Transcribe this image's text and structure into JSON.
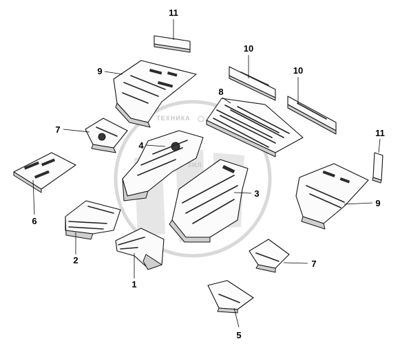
{
  "diagram": {
    "watermark": {
      "brand": "ЗИЛ",
      "text": "ТЕХНИКА"
    },
    "callouts": [
      {
        "id": "c11a",
        "label": "11"
      },
      {
        "id": "c10a",
        "label": "10"
      },
      {
        "id": "c10b",
        "label": "10"
      },
      {
        "id": "c9a",
        "label": "9"
      },
      {
        "id": "c8",
        "label": "8"
      },
      {
        "id": "c7a",
        "label": "7"
      },
      {
        "id": "c4",
        "label": "4"
      },
      {
        "id": "c11b",
        "label": "11"
      },
      {
        "id": "c3",
        "label": "3"
      },
      {
        "id": "c9b",
        "label": "9"
      },
      {
        "id": "c6",
        "label": "6"
      },
      {
        "id": "c2",
        "label": "2"
      },
      {
        "id": "c1",
        "label": "1"
      },
      {
        "id": "c7b",
        "label": "7"
      },
      {
        "id": "c5",
        "label": "5"
      }
    ]
  }
}
